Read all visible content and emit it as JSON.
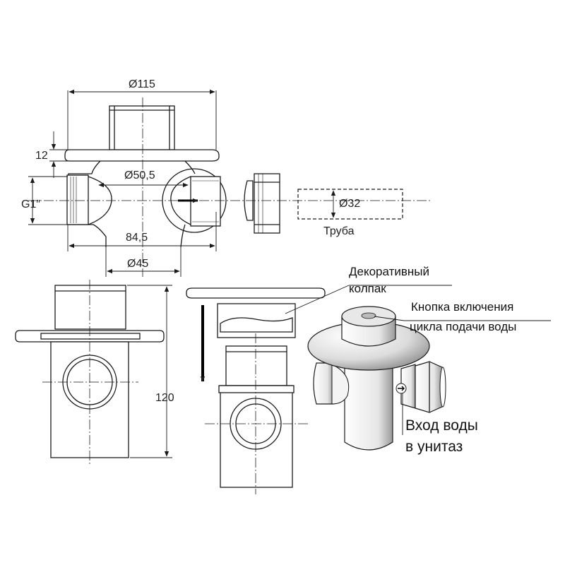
{
  "dimensions": {
    "flange_diameter": "Ø115",
    "flange_thickness": "12",
    "thread": "G1″",
    "inner_diameter": "Ø50,5",
    "pipe_diameter": "Ø32",
    "pipe_label": "Труба",
    "length": "84,5",
    "body_diameter": "Ø45",
    "height": "120"
  },
  "callouts": {
    "cap_line1": "Декоративный",
    "cap_line2": "колпак",
    "button_line1": "Кнопка включения",
    "button_line2": "цикла подачи воды",
    "water_in": "Вход воды",
    "to_toilet": "в унитаз"
  },
  "colors": {
    "line": "#1a1a1a",
    "background": "#ffffff"
  }
}
